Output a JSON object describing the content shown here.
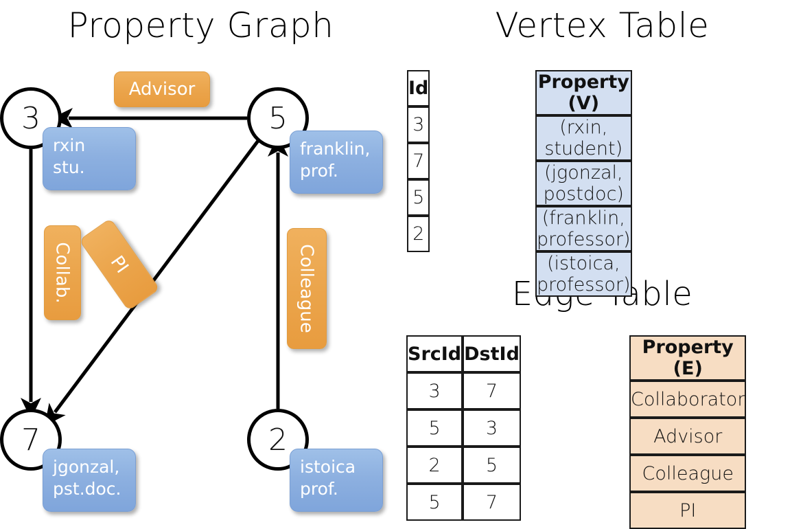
{
  "titles": {
    "property_graph": "Property Graph",
    "vertex_table": "Vertex Table",
    "edge_table": "Edge Table"
  },
  "colors": {
    "vertex_property_fill": "#d3dff1",
    "edge_property_fill": "#f7ddc3",
    "node_property_box": "#8db0e0",
    "edge_badge": "#eba54c",
    "border": "#1a1a1a",
    "text": "#111111"
  },
  "graph": {
    "nodes": [
      {
        "id": "3",
        "property_lines": [
          "rxin",
          "stu."
        ]
      },
      {
        "id": "5",
        "property_lines": [
          "franklin,",
          "prof."
        ]
      },
      {
        "id": "7",
        "property_lines": [
          "jgonzal,",
          "pst.doc."
        ]
      },
      {
        "id": "2",
        "property_lines": [
          "istoica",
          "prof."
        ]
      }
    ],
    "edge_labels": {
      "advisor": "Advisor",
      "collab": "Collab.",
      "pi": "PI",
      "colleague": "Colleague"
    },
    "edges": [
      {
        "src": "5",
        "dst": "3",
        "label": "Advisor"
      },
      {
        "src": "3",
        "dst": "7",
        "label": "Collab."
      },
      {
        "src": "5",
        "dst": "7",
        "label": "PI"
      },
      {
        "src": "2",
        "dst": "5",
        "label": "Colleague"
      }
    ]
  },
  "vertex_table": {
    "headers": [
      "Id",
      "Property (V)"
    ],
    "rows": [
      {
        "id": "3",
        "property": "(rxin, student)"
      },
      {
        "id": "7",
        "property": "(jgonzal, postdoc)"
      },
      {
        "id": "5",
        "property": "(franklin, professor)"
      },
      {
        "id": "2",
        "property": "(istoica, professor)"
      }
    ]
  },
  "edge_table": {
    "headers": [
      "SrcId",
      "DstId",
      "Property (E)"
    ],
    "rows": [
      {
        "src": "3",
        "dst": "7",
        "property": "Collaborator"
      },
      {
        "src": "5",
        "dst": "3",
        "property": "Advisor"
      },
      {
        "src": "2",
        "dst": "5",
        "property": "Colleague"
      },
      {
        "src": "5",
        "dst": "7",
        "property": "PI"
      }
    ]
  }
}
